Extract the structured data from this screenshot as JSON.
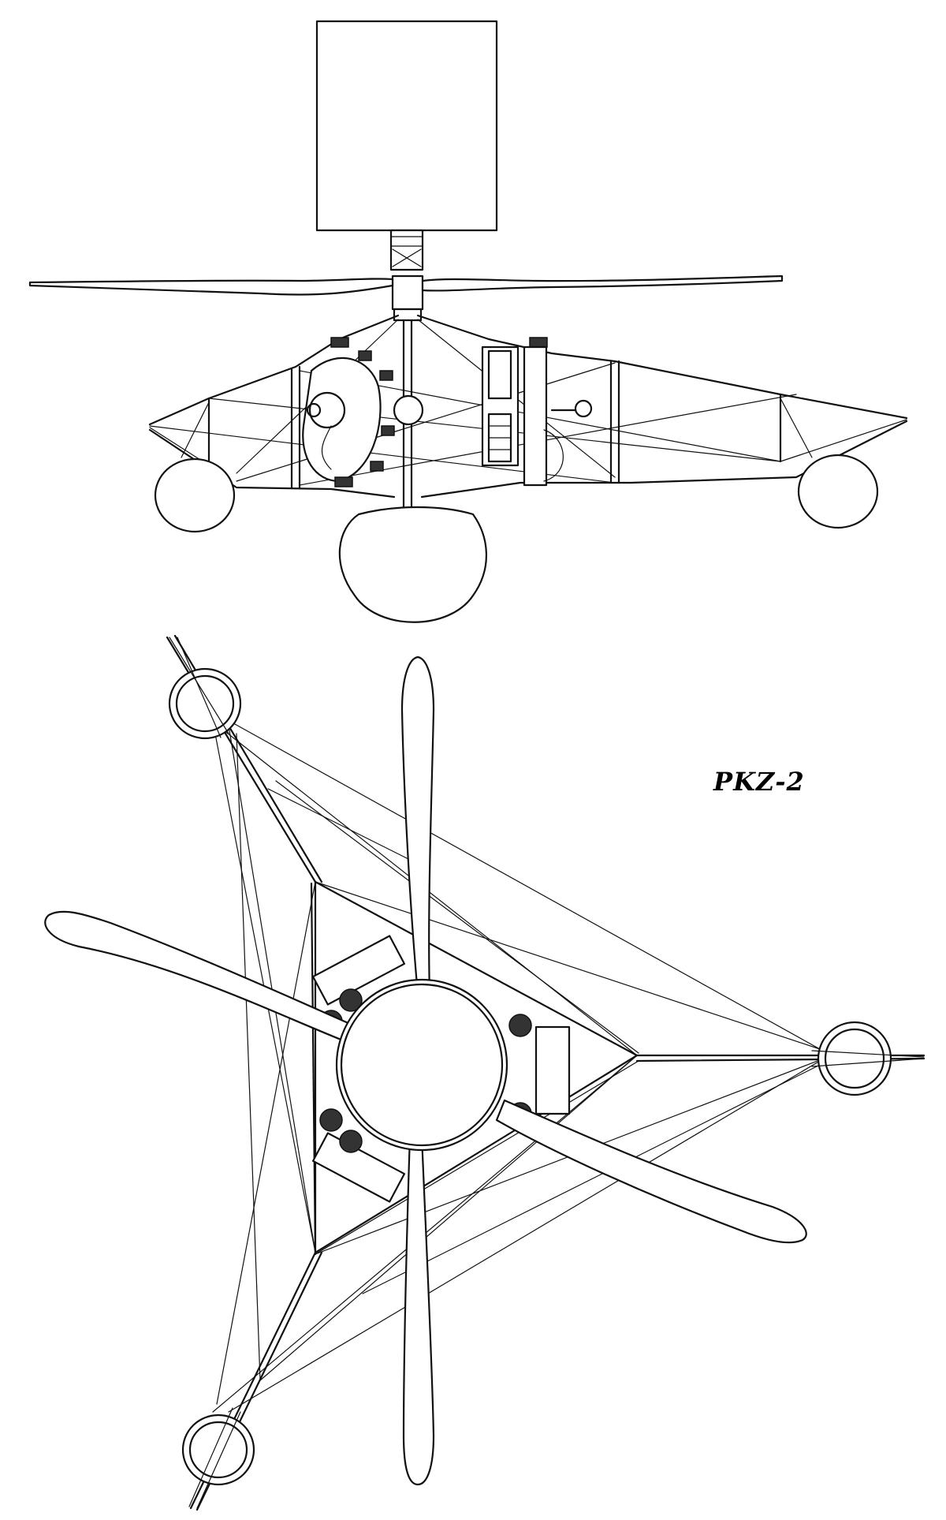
{
  "figure": {
    "caption": "PKZ-2",
    "views": [
      {
        "name": "side-elevation"
      },
      {
        "name": "plan-view"
      }
    ],
    "ink_color": "#111111",
    "background_color": "#ffffff"
  }
}
